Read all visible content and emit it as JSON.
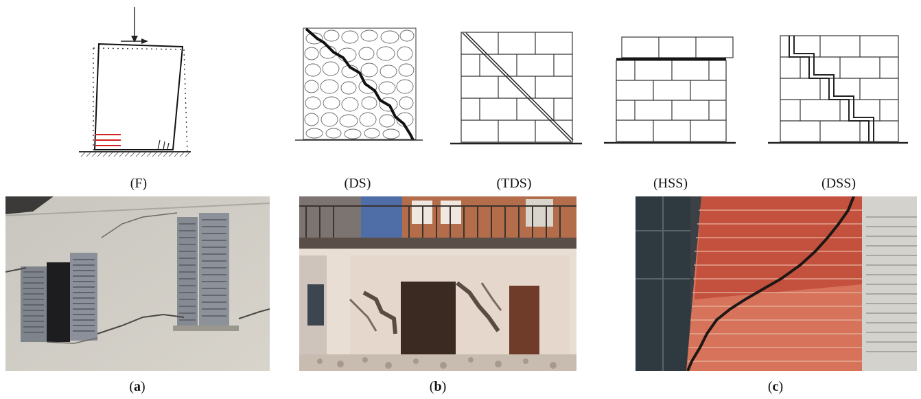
{
  "top_labels": {
    "f": "(F)",
    "ds": "(DS)",
    "tds": "(TDS)",
    "hss": "(HSS)",
    "dss": "(DSS)"
  },
  "bottom_labels": {
    "a_open": "(",
    "a_letter": "a",
    "a_close": ")",
    "b_open": "(",
    "b_letter": "b",
    "b_close": ")",
    "c_open": "(",
    "c_letter": "c",
    "c_close": ")"
  },
  "colors": {
    "crack_lines_red": "#d42020",
    "brick": "#c9563f",
    "plaster": "#dcd8cf",
    "shutter": "#8f939c"
  }
}
